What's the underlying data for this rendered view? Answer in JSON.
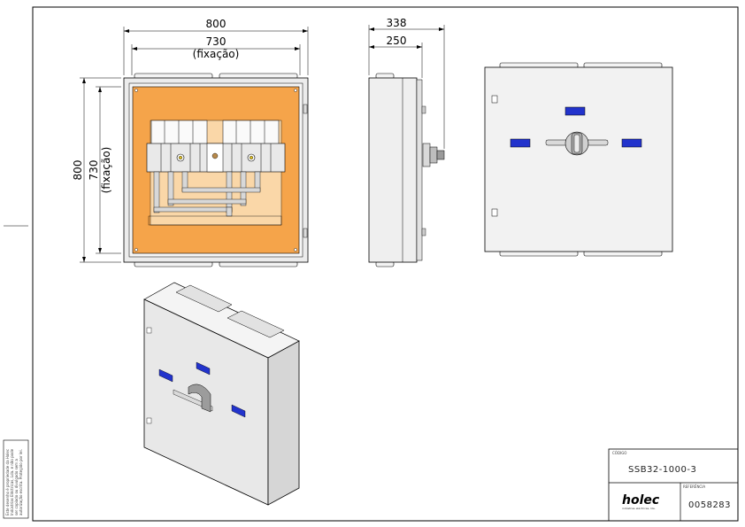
{
  "front_view": {
    "width_total": "800",
    "width_fixing": "730",
    "width_fixing_note": "(fixação)",
    "height_total": "800",
    "height_fixing": "730",
    "height_fixing_note": "(fixação)"
  },
  "side_view": {
    "depth_total": "338",
    "depth_body": "250"
  },
  "title_block": {
    "code_label": "CÓDIGO",
    "code_value": "SSB32-1000-3",
    "brand_name": "holec",
    "brand_tagline": "indústrias eléctricas, lda.",
    "reference_label": "REFERÊNCIA",
    "reference_value": "0058283"
  },
  "copyright_note": [
    "Este desenho é propriedade da Holec",
    "Indústrias Eléctricas, Lda. e não pode",
    "ser copiado ou divulgado sem a",
    "autorização escrita. Protegido por lei."
  ],
  "colors": {
    "mounting_plate": "#F5A44A",
    "indicator": "#2233CC",
    "cabinet_gray": "#E6E6E6"
  }
}
